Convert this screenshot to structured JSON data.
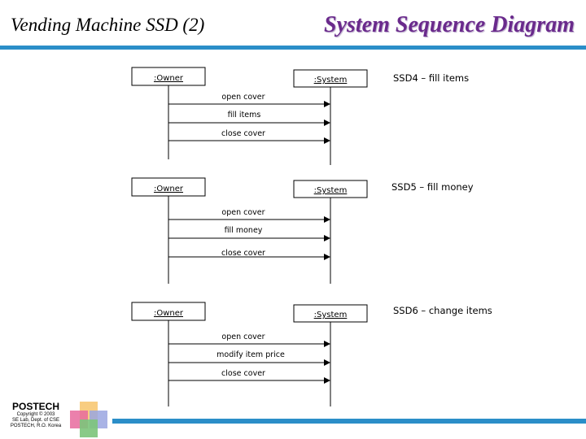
{
  "header": {
    "left_title": "Vending Machine SSD (2)",
    "right_title": "System Sequence Diagram"
  },
  "diagrams": [
    {
      "caption": "SSD4 – fill items",
      "actor": ":Owner",
      "system": ":System",
      "messages": [
        "open cover",
        "fill items",
        "close cover"
      ]
    },
    {
      "caption": "SSD5 – fill money",
      "actor": ":Owner",
      "system": ":System",
      "messages": [
        "open cover",
        "fill money",
        "close cover"
      ]
    },
    {
      "caption": "SSD6 – change items",
      "actor": ":Owner",
      "system": ":System",
      "messages": [
        "open cover",
        "modify item price",
        "close cover"
      ]
    }
  ],
  "footer": {
    "logo_name": "POSTECH",
    "copyright": "Copyright © 2003",
    "lab": "SE Lab, Dept. of CSE",
    "address": "POSTECH, R.O. Korea"
  },
  "colors": {
    "title_accent": "#6a2a8c",
    "rule": "#2b8ec8",
    "logo_squares": [
      "#f7c873",
      "#e86a9e",
      "#9aa6e0",
      "#7cc47a"
    ]
  }
}
